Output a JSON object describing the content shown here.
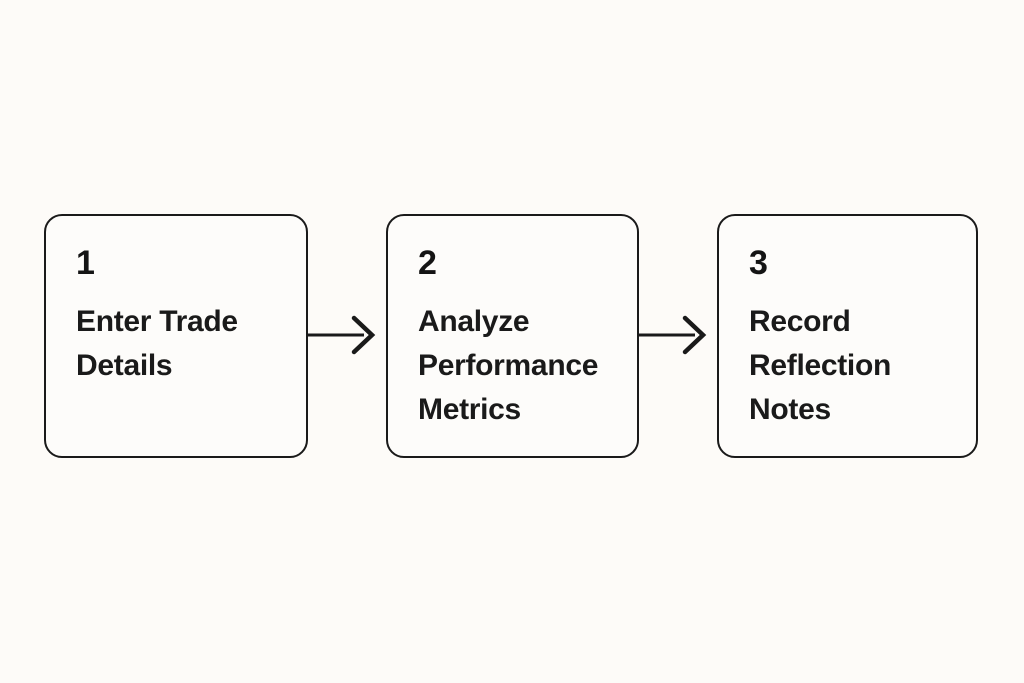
{
  "diagram": {
    "type": "horizontal-process-flow",
    "background_color": "#FDFBF8",
    "border_color": "#1A1A1A",
    "text_color": "#1A1A1A",
    "steps": [
      {
        "number": "1",
        "label": "Enter Trade\nDetails",
        "label_lines": [
          "Enter Trade",
          "Details"
        ]
      },
      {
        "number": "2",
        "label": "Analyze\nPerformance\nMetrics",
        "label_lines": [
          "Analyze",
          "Performance",
          "Metrics"
        ]
      },
      {
        "number": "3",
        "label": "Record\nReflection\nNotes",
        "label_lines": [
          "Record",
          "Reflection",
          "Notes"
        ]
      }
    ],
    "connectors": [
      {
        "from": "1",
        "to": "2",
        "icon": "arrow-right-icon"
      },
      {
        "from": "2",
        "to": "3",
        "icon": "arrow-right-icon"
      }
    ]
  }
}
